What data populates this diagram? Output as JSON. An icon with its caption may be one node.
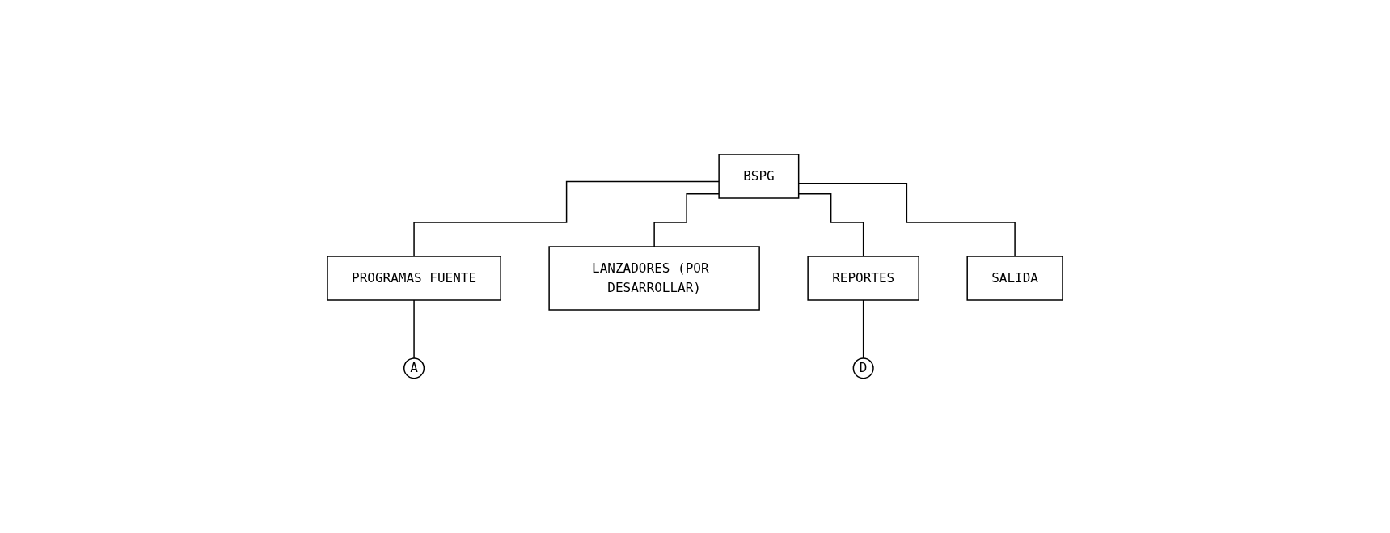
{
  "diagram": {
    "nodes": [
      {
        "text": [
          "BSPG"
        ]
      },
      {
        "text": [
          "PROGRAMAS FUENTE"
        ]
      },
      {
        "text": [
          "LANZADORES (POR DESARROLLAR)"
        ]
      },
      {
        "text": [
          "REPORTES"
        ]
      },
      {
        "text": [
          "SALIDA"
        ]
      },
      {
        "text": [
          "A"
        ]
      },
      {
        "text": [
          "D"
        ]
      }
    ],
    "edges": [
      {
        "from": 0,
        "to": 1,
        "arrow": "none"
      },
      {
        "from": 0,
        "to": 2,
        "arrow": "none"
      },
      {
        "from": 0,
        "to": 3,
        "arrow": "none"
      },
      {
        "from": 0,
        "to": 4,
        "arrow": "none"
      },
      {
        "from": 1,
        "to": 5,
        "arrow": "none"
      },
      {
        "from": 3,
        "to": 6,
        "arrow": "none"
      }
    ]
  }
}
